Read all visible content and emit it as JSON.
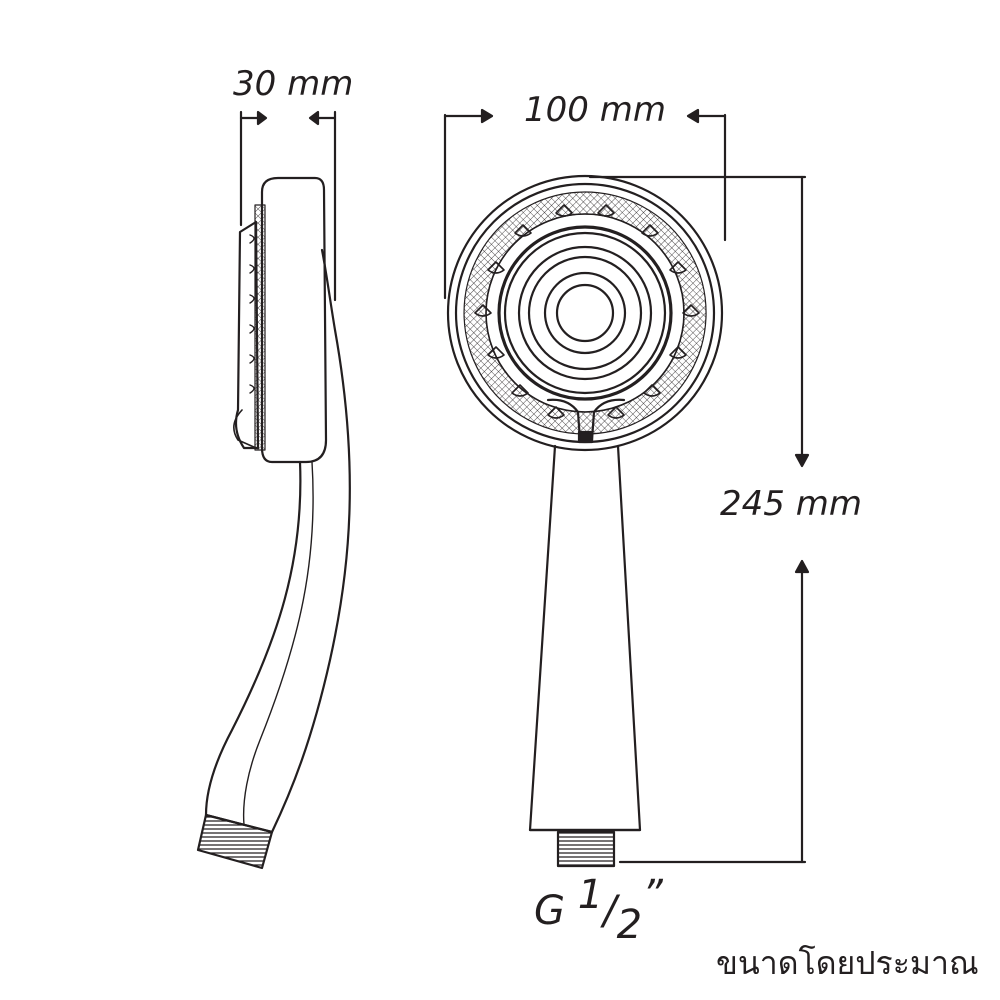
{
  "dimensions": {
    "depth": "30 mm",
    "diameter": "100 mm",
    "length": "245 mm"
  },
  "thread": {
    "prefix": "G ",
    "numerator": "1",
    "slash": "/",
    "denominator": "2",
    "inch_mark": "”"
  },
  "note": "ขนาดโดยประมาณ",
  "colors": {
    "stroke": "#231f20",
    "background": "#ffffff"
  }
}
